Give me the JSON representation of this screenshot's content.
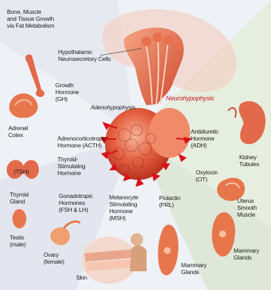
{
  "labels": {
    "bone_growth": "Bone, Muscle\nand Tissue Growth\nvia Fat Metabolism",
    "hypothalamic": "Hypothalamic\nNeurosecretory Cells",
    "neurohypophysis": "Neurohypophysis",
    "adenohypophysis": "Adenohypophysis",
    "growth_hormone": "Growth\nHormone\n(GH)",
    "adrenal_cortex": "Adrenal\nCotex",
    "acth": "Adrenocorticotropic\nHormone (ACTH)",
    "tsh_hormone": "Thyroid-\nStimulating\nHormone",
    "tsh_abbr": "(TSH)",
    "thyroid_gland": "Thyroid\nGland",
    "gonadotropic": "Gonadotropic\nHormones\n(FSH & LH)",
    "testis": "Testis\n(male)",
    "ovary": "Ovary\n(female)",
    "msh": "Melanocyte\nStimulating\nHormone\n(MSH)",
    "prolactin": "Piolactin\n(PRL)",
    "oxytocin": "Oxytocin\n(OT)",
    "adh": "Antidiuretic\nHormone\n(ADH)",
    "kidney": "Kidney\nTubules",
    "uterus": "Uterus\nSmooth\nMuscle",
    "mammary_right": "Mammary\nGlands",
    "mammary_bottom": "Mammary\nGlands",
    "skin": "Skin"
  },
  "colors": {
    "gland": "#e2573f",
    "gland_light": "#f29a7a",
    "arrow": "#d8121b",
    "accent": "#c2181f",
    "background": "#eef1f6",
    "green_sector": "#dfecd6"
  }
}
